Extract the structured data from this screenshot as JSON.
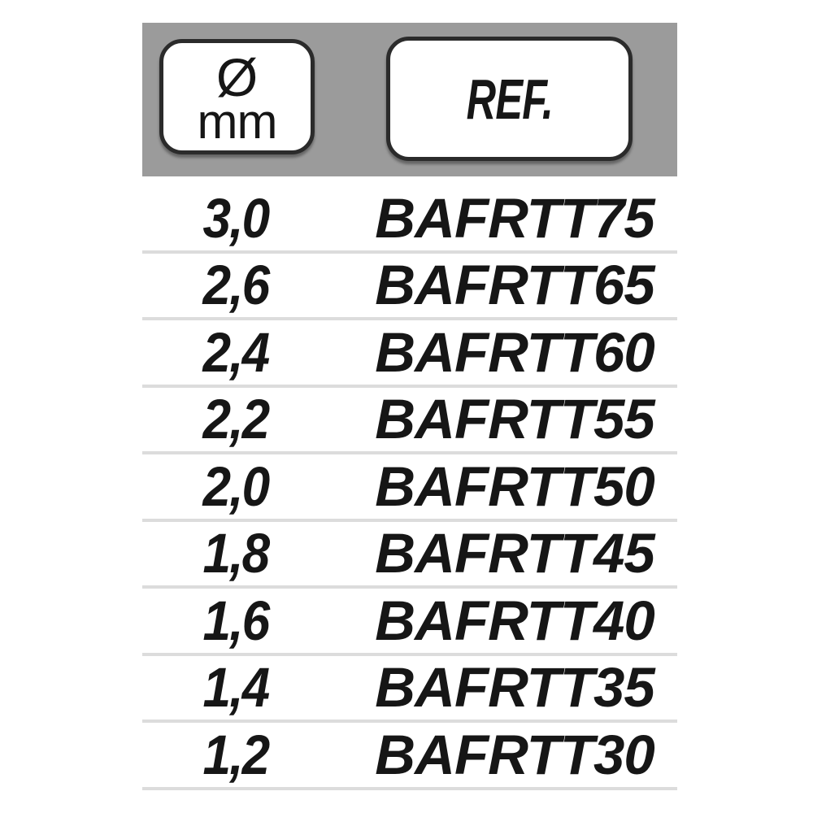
{
  "page": {
    "background": "#ffffff"
  },
  "table": {
    "header": {
      "diameter": {
        "symbol": "Ø",
        "unit": "mm"
      },
      "ref_label": "REF."
    },
    "columns": [
      {
        "id": "diameter_mm",
        "label": "Ø mm"
      },
      {
        "id": "ref",
        "label": "REF."
      }
    ],
    "rows": [
      {
        "diameter_mm": "3,0",
        "ref": "BAFRTT75"
      },
      {
        "diameter_mm": "2,6",
        "ref": "BAFRTT65"
      },
      {
        "diameter_mm": "2,4",
        "ref": "BAFRTT60"
      },
      {
        "diameter_mm": "2,2",
        "ref": "BAFRTT55"
      },
      {
        "diameter_mm": "2,0",
        "ref": "BAFRTT50"
      },
      {
        "diameter_mm": "1,8",
        "ref": "BAFRTT45"
      },
      {
        "diameter_mm": "1,6",
        "ref": "BAFRTT40"
      },
      {
        "diameter_mm": "1,4",
        "ref": "BAFRTT35"
      },
      {
        "diameter_mm": "1,2",
        "ref": "BAFRTT30"
      }
    ],
    "colors": {
      "header_band": "#9b9b9b",
      "header_box_bg": "#ffffff",
      "header_box_border": "#2b2b2b",
      "divider": "#dcdcdc",
      "text": "#161616"
    }
  },
  "chart_data": {
    "type": "table",
    "columns": [
      "Ø mm",
      "REF."
    ],
    "rows": [
      [
        "3,0",
        "BAFRTT75"
      ],
      [
        "2,6",
        "BAFRTT65"
      ],
      [
        "2,4",
        "BAFRTT60"
      ],
      [
        "2,2",
        "BAFRTT55"
      ],
      [
        "2,0",
        "BAFRTT50"
      ],
      [
        "1,8",
        "BAFRTT45"
      ],
      [
        "1,6",
        "BAFRTT40"
      ],
      [
        "1,4",
        "BAFRTT35"
      ],
      [
        "1,2",
        "BAFRTT30"
      ]
    ],
    "title": "",
    "legend": "none",
    "grid": "row-dividers"
  }
}
